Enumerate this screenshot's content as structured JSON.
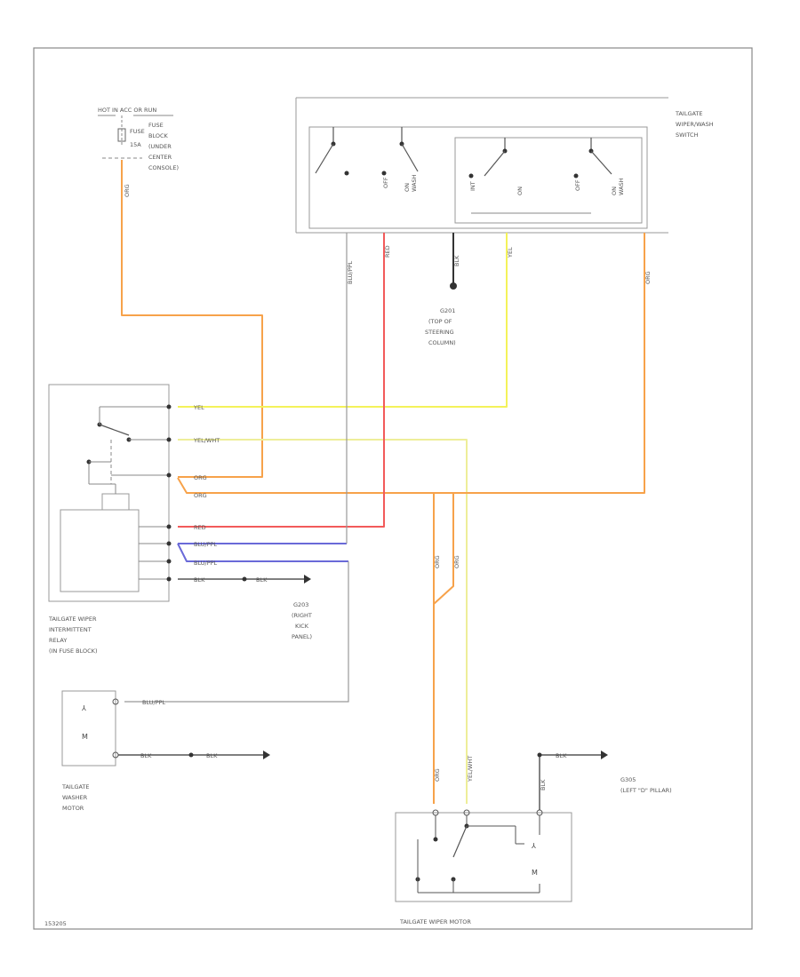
{
  "colors": {
    "orange": "#f7a24a",
    "red": "#f25a5a",
    "yellow": "#f4f25a",
    "yellow_white": "#eeee99",
    "blue": "#6a6ad8",
    "gray": "#999999",
    "black": "#333333"
  },
  "labels": {
    "ignition_top": "HOT IN ACC OR RUN",
    "fuse_label": "FUSE",
    "fuse_block_1": "FUSE",
    "fuse_block_2": "BLOCK",
    "fuse_block_3": "(UNDER",
    "fuse_block_4": "CENTER",
    "fuse_block_5": "CONSOLE)",
    "fuse_amp": "15A",
    "switch_1": "TAILGATE",
    "switch_2": "WIPER/WASH",
    "switch_3": "SWITCH",
    "g201_1": "G201",
    "g201_2": "(TOP OF",
    "g201_3": "STEERING",
    "g201_4": "COLUMN)",
    "relay_1": "TAILGATE WIPER",
    "relay_2": "INTERMITTENT",
    "relay_3": "RELAY",
    "relay_4": "(IN FUSE BLOCK)",
    "g203_1": "G203",
    "g203_2": "(RIGHT",
    "g203_3": "KICK",
    "g203_4": "PANEL)",
    "washer_1": "TAILGATE",
    "washer_2": "WASHER",
    "washer_3": "MOTOR",
    "g305_1": "G305",
    "g305_2": "(LEFT \"D\" PILLAR)",
    "wiper_motor": "TAILGATE WIPER MOTOR",
    "footer": "153205"
  },
  "wires": {
    "yel": "YEL",
    "yel_wht": "YEL/WHT",
    "org1": "ORG",
    "org2": "ORG",
    "red": "RED",
    "blu_ppl": "BLU/PPL",
    "blu_ppl2": "BLU/PPL",
    "blk": "BLK",
    "blk2": "BLK",
    "org_fuse": "ORG",
    "blu_sw": "BLU/PPL",
    "red_sw": "RED",
    "blk_sw": "BLK",
    "yel_sw": "YEL",
    "org_sw": "ORG",
    "org_v1": "ORG",
    "org_v2": "ORG",
    "washer_blu": "BLU/PPL",
    "washer_blk1": "BLK",
    "washer_blk2": "BLK",
    "motor_org": "ORG",
    "motor_yw": "YEL/WHT",
    "motor_blk": "BLK",
    "motor_blk2": "BLK"
  },
  "switch_positions": {
    "off": "OFF",
    "wash": "WASH",
    "int": "INT",
    "on": "ON"
  }
}
